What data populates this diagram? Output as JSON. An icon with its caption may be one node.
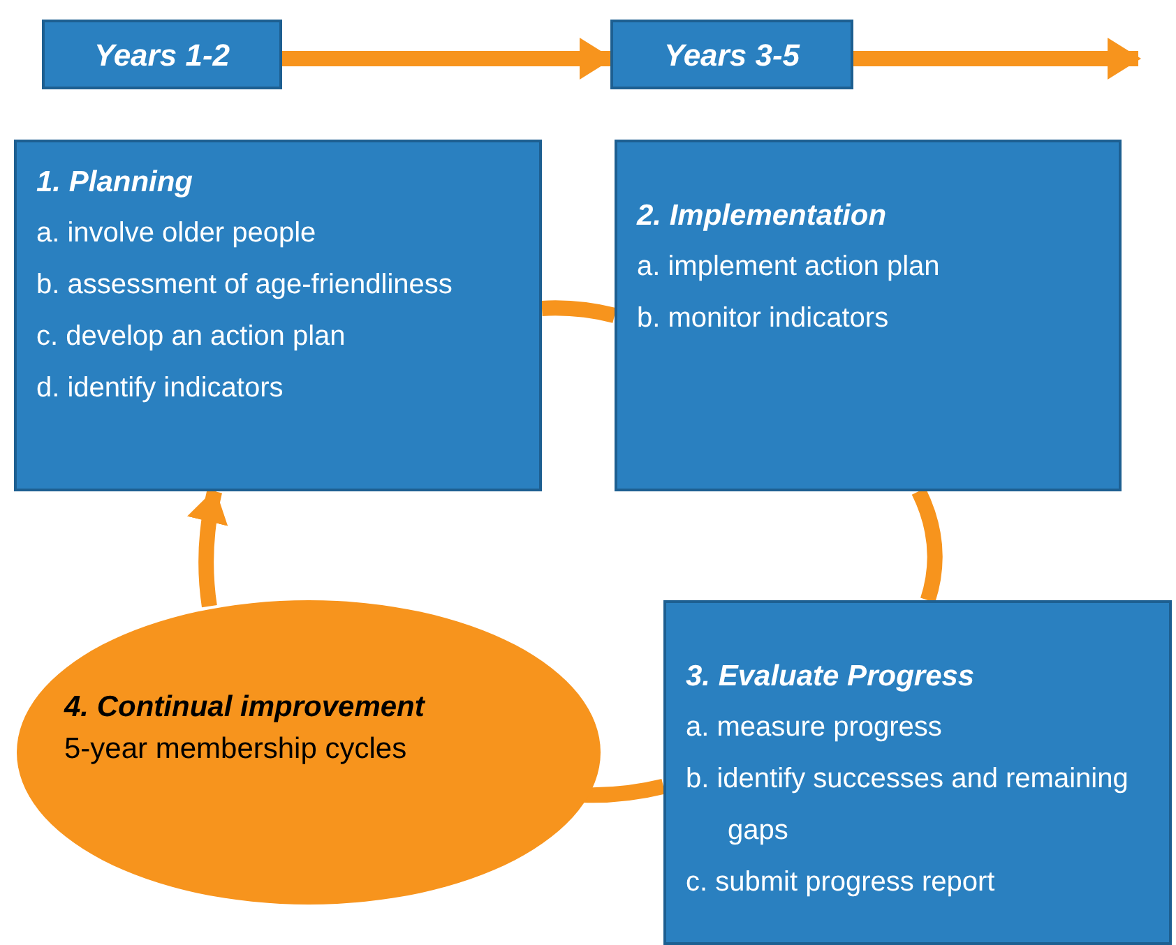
{
  "diagram": {
    "nodes": [
      {
        "text": [
          "Years 1-2"
        ]
      },
      {
        "text": [
          "Years 3-5"
        ]
      },
      {
        "text": [
          "1. Planning",
          "a. involve older people",
          "b. assessment of age-friendliness",
          "c. develop an action plan",
          "d. identify indicators"
        ]
      },
      {
        "text": [
          "2. Implementation",
          "a. implement action plan",
          "b. monitor indicators"
        ]
      },
      {
        "text": [
          "3. Evaluate Progress",
          "a. measure progress",
          "b. identify successes and remaining gaps",
          "c. submit progress report"
        ]
      },
      {
        "text": [
          "4. Continual improvement",
          "5-year membership cycles"
        ]
      }
    ],
    "edges": [
      {
        "from": 0,
        "to": 1,
        "arrow": "to"
      },
      {
        "from": 1,
        "to": null,
        "arrow": "to"
      },
      {
        "from": 2,
        "to": 3,
        "arrow": "none"
      },
      {
        "from": 3,
        "to": 4,
        "arrow": "none"
      },
      {
        "from": 4,
        "to": 5,
        "arrow": "none"
      },
      {
        "from": 5,
        "to": 2,
        "arrow": "to"
      }
    ]
  }
}
